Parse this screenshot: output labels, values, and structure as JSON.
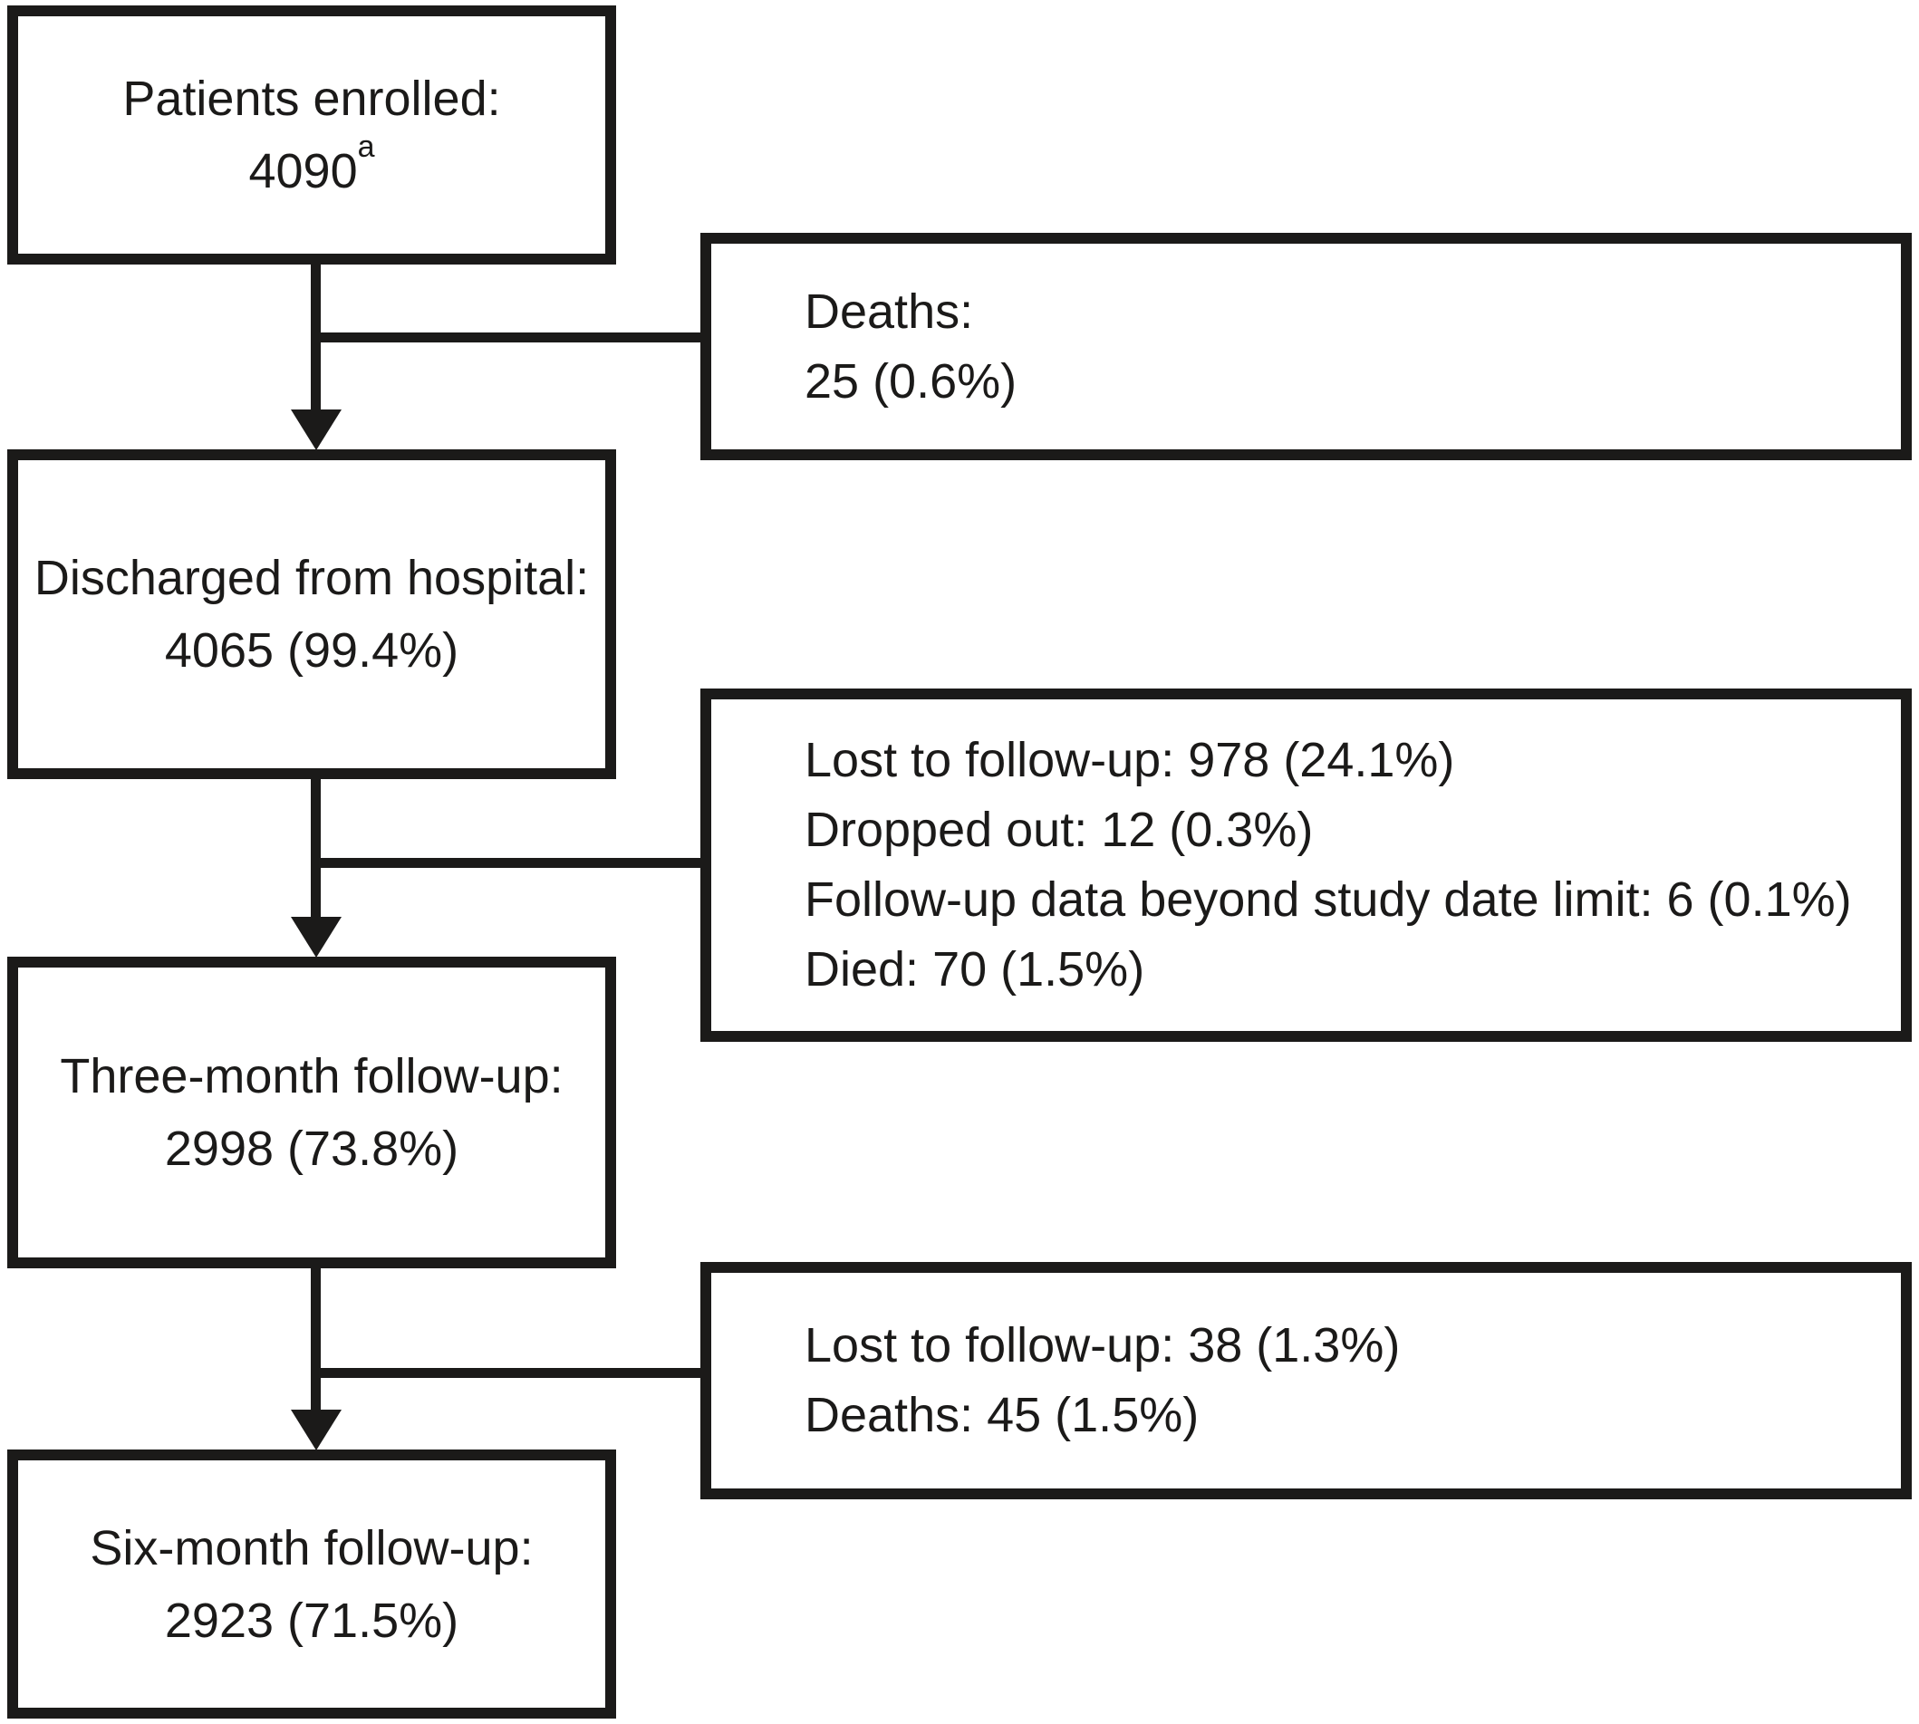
{
  "figure": {
    "type": "patient-flow-diagram",
    "colors": {
      "background": "#ffffff",
      "stroke": "#1b1a19",
      "text": "#1b1a19"
    },
    "main_boxes": [
      {
        "id": "enrolled",
        "line1": "Patients enrolled:",
        "line2": "4090",
        "superscript": "a"
      },
      {
        "id": "discharged",
        "line1": "Discharged from hospital:",
        "line2": "4065 (99.4%)"
      },
      {
        "id": "three_month",
        "line1": "Three-month follow-up:",
        "line2": "2998 (73.8%)"
      },
      {
        "id": "six_month",
        "line1": "Six-month follow-up:",
        "line2": "2923 (71.5%)"
      }
    ],
    "side_boxes": [
      {
        "id": "deaths_after_enrollment",
        "lines": [
          "Deaths:",
          "25 (0.6%)"
        ]
      },
      {
        "id": "attrition_before_three_month",
        "lines": [
          "Lost to follow-up: 978 (24.1%)",
          "Dropped out: 12 (0.3%)",
          "Follow-up data beyond study date limit: 6 (0.1%)",
          "Died: 70 (1.5%)"
        ]
      },
      {
        "id": "attrition_before_six_month",
        "lines": [
          "Lost to follow-up: 38 (1.3%)",
          "Deaths: 45 (1.5%)"
        ]
      }
    ],
    "flow": [
      {
        "from": "Patients enrolled: 4090",
        "to": "Discharged from hospital: 4065 (99.4%)",
        "branch_out": "Deaths: 25 (0.6%)"
      },
      {
        "from": "Discharged from hospital: 4065 (99.4%)",
        "to": "Three-month follow-up: 2998 (73.8%)",
        "branch_out": "Lost to follow-up: 978 (24.1%); Dropped out: 12 (0.3%); Follow-up data beyond study date limit: 6 (0.1%); Died: 70 (1.5%)"
      },
      {
        "from": "Three-month follow-up: 2998 (73.8%)",
        "to": "Six-month follow-up: 2923 (71.5%)",
        "branch_out": "Lost to follow-up: 38 (1.3%); Deaths: 45 (1.5%)"
      }
    ]
  }
}
